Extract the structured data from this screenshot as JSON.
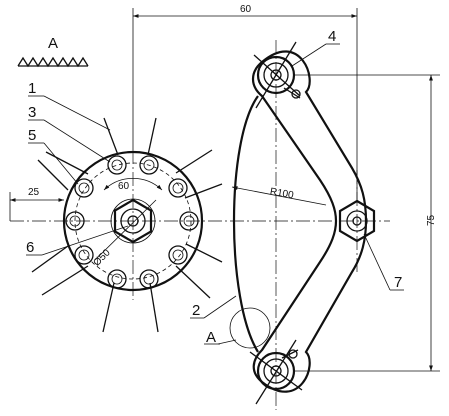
{
  "view_label": "A",
  "callouts": {
    "part_1": "1",
    "part_2": "2",
    "part_3": "3",
    "part_4": "4",
    "part_5": "5",
    "part_6": "6",
    "part_7": "7",
    "detail_a": "A"
  },
  "dimensions": {
    "top_width": "60",
    "right_height": "75",
    "left_offset": "25",
    "radius": "R100",
    "diameter": "Ø50",
    "bolt_angle": "60"
  }
}
